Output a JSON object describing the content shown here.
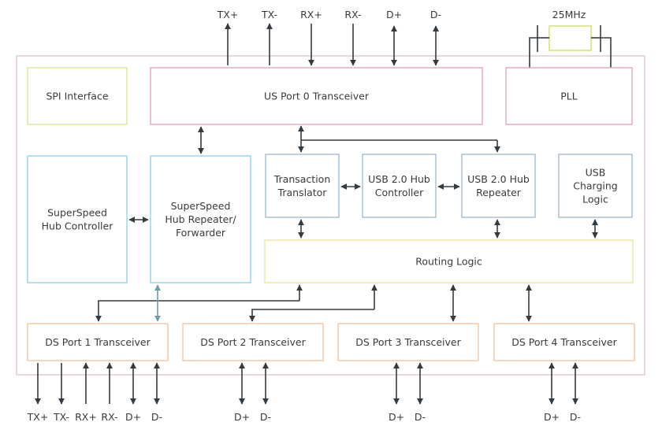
{
  "colors": {
    "outline": "#e7b9c8",
    "us_port": "#e3a1b6",
    "spi": "#dfe48c",
    "pll": "#e3a1b6",
    "superspeed": "#8fcfe6",
    "usb2": "#9db6cf",
    "routing": "#e6e69a",
    "ds_port": "#f2c49a",
    "wire": "#333a40",
    "wire_teal": "#6d9ea6",
    "crystal": "#d8e27a"
  },
  "crystal_label": "25MHz",
  "blocks": {
    "spi": [
      "SPI Interface"
    ],
    "us_port": [
      "US Port 0 Transceiver"
    ],
    "pll": [
      "PLL"
    ],
    "ss_hub_controller": [
      "SuperSpeed",
      "Hub Controller"
    ],
    "ss_hub_repeater": [
      "SuperSpeed",
      "Hub Repeater/",
      "Forwarder"
    ],
    "tt": [
      "Transaction",
      "Translator"
    ],
    "usb2_controller": [
      "USB 2.0 Hub",
      "Controller"
    ],
    "usb2_repeater": [
      "USB 2.0 Hub",
      "Repeater"
    ],
    "charging": [
      "USB",
      "Charging",
      "Logic"
    ],
    "routing": [
      "Routing Logic"
    ],
    "ds1": [
      "DS Port 1 Transceiver"
    ],
    "ds2": [
      "DS Port 2 Transceiver"
    ],
    "ds3": [
      "DS Port 3 Transceiver"
    ],
    "ds4": [
      "DS Port 4 Transceiver"
    ]
  },
  "top_pins": [
    "TX+",
    "TX-",
    "RX+",
    "RX-",
    "D+",
    "D-"
  ],
  "ds1_pins": [
    "TX+",
    "TX-",
    "RX+",
    "RX-",
    "D+",
    "D-"
  ],
  "ds2_pins": [
    "D+",
    "D-"
  ],
  "ds3_pins": [
    "D+",
    "D-"
  ],
  "ds4_pins": [
    "D+",
    "D-"
  ]
}
